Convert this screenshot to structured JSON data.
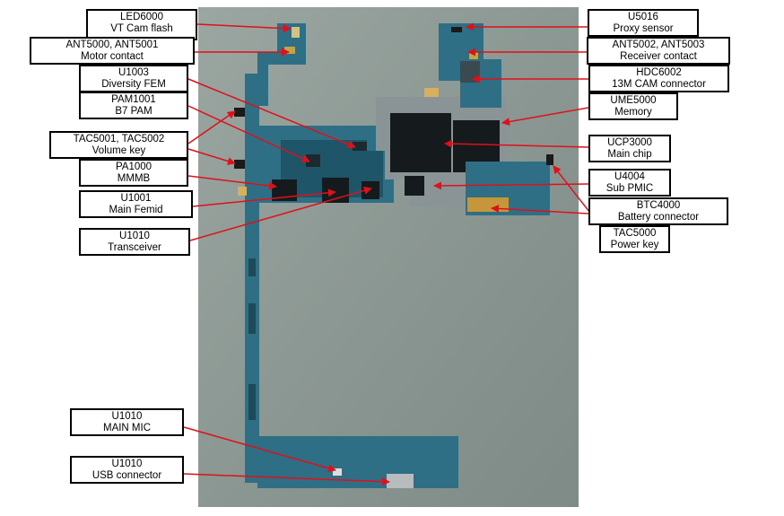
{
  "colors": {
    "leader": "#e0101a",
    "background_wall": "#8f9b96",
    "pcb": "#2f6f86",
    "shield": "#8a9497",
    "chip": "#151a1d"
  },
  "labels": [
    {
      "id": "led6000",
      "line1": "LED6000",
      "line2": "VT Cam flash"
    },
    {
      "id": "ant5000",
      "line1": "ANT5000, ANT5001",
      "line2": "Motor contact"
    },
    {
      "id": "u1003",
      "line1": "U1003",
      "line2": "Diversity FEM"
    },
    {
      "id": "pam1001",
      "line1": "PAM1001",
      "line2": "B7 PAM"
    },
    {
      "id": "tac5001",
      "line1": "TAC5001, TAC5002",
      "line2": "Volume key"
    },
    {
      "id": "pa1000",
      "line1": "PA1000",
      "line2": "MMMB"
    },
    {
      "id": "u1001",
      "line1": "U1001",
      "line2": "Main Femid"
    },
    {
      "id": "u1010t",
      "line1": "U1010",
      "line2": "Transceiver"
    },
    {
      "id": "u1010m",
      "line1": "U1010",
      "line2": "MAIN MIC"
    },
    {
      "id": "u1010u",
      "line1": "U1010",
      "line2": "USB connector"
    },
    {
      "id": "u5016",
      "line1": "U5016",
      "line2": "Proxy sensor"
    },
    {
      "id": "ant5002",
      "line1": "ANT5002, ANT5003",
      "line2": "Receiver contact"
    },
    {
      "id": "hdc6002",
      "line1": "HDC6002",
      "line2": "13M CAM connector"
    },
    {
      "id": "ume5000",
      "line1": "UME5000",
      "line2": "Memory"
    },
    {
      "id": "ucp3000",
      "line1": "UCP3000",
      "line2": "Main chip"
    },
    {
      "id": "u4004",
      "line1": "U4004",
      "line2": "Sub PMIC"
    },
    {
      "id": "btc4000",
      "line1": "BTC4000",
      "line2": "Battery connector"
    },
    {
      "id": "tac5000",
      "line1": "TAC5000",
      "line2": "Power key"
    }
  ]
}
